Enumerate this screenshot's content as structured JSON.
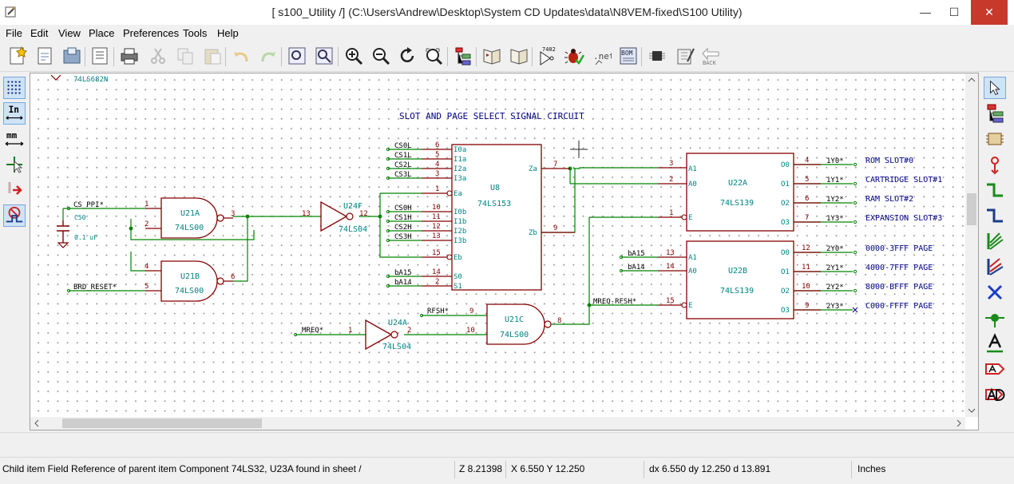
{
  "window": {
    "title": "[ s100_Utility /] (C:\\Users\\Andrew\\Desktop\\System CD Updates\\data\\N8VEM-fixed\\S100 Utility)",
    "minimize": "—",
    "maximize": "☐",
    "close": "✕"
  },
  "menu": [
    {
      "label": "File"
    },
    {
      "label": "Edit"
    },
    {
      "label": "View"
    },
    {
      "label": "Place"
    },
    {
      "label": "Preferences"
    },
    {
      "label": "Tools"
    },
    {
      "label": "Help"
    }
  ],
  "toolbar": {
    "back_label": "BACK",
    "bom_label": "BOM",
    "net_label": ".net",
    "part_label": "7402"
  },
  "left_toolbar": {
    "units_in": "In",
    "units_mm": "mm"
  },
  "schematic": {
    "title": "SLOT AND PAGE SELECT SIGNAL CIRCUIT",
    "header_fragment": "74LS682N",
    "capacitor": {
      "ref": "C50",
      "value": "0.1 uF"
    },
    "u21a": {
      "ref": "U21A",
      "value": "74LS00",
      "pin_in1": "1",
      "pin_in2": "2",
      "pin_out": "3"
    },
    "u21b": {
      "ref": "U21B",
      "value": "74LS00",
      "pin_in1": "4",
      "pin_in2": "5",
      "pin_out": "6"
    },
    "u21c": {
      "ref": "U21C",
      "value": "74LS00",
      "pin_in1": "9",
      "pin_in2": "10",
      "pin_out": "8"
    },
    "u24f": {
      "ref": "U24F",
      "value": "74LS04",
      "pin_in": "13",
      "pin_out": "12"
    },
    "u24a": {
      "ref": "U24A",
      "value": "74LS04",
      "pin_in": "1",
      "pin_out": "2"
    },
    "u8": {
      "ref": "U8",
      "value": "74LS153",
      "pins_left": [
        {
          "name": "I0a",
          "num": "6",
          "net": "CS0L"
        },
        {
          "name": "I1a",
          "num": "5",
          "net": "CS1L"
        },
        {
          "name": "I2a",
          "num": "4",
          "net": "CS2L"
        },
        {
          "name": "I3a",
          "num": "3",
          "net": "CS3L"
        },
        {
          "name": "Ea",
          "num": "1",
          "net": ""
        },
        {
          "name": "I0b",
          "num": "10",
          "net": "CS0H"
        },
        {
          "name": "I1b",
          "num": "11",
          "net": "CS1H"
        },
        {
          "name": "I2b",
          "num": "12",
          "net": "CS2H"
        },
        {
          "name": "I3b",
          "num": "13",
          "net": "CS3H"
        },
        {
          "name": "Eb",
          "num": "15",
          "net": ""
        },
        {
          "name": "S0",
          "num": "14",
          "net": "bA15"
        },
        {
          "name": "S1",
          "num": "2",
          "net": "bA14"
        }
      ],
      "pin_za": {
        "name": "Za",
        "num": "7"
      },
      "pin_zb": {
        "name": "Zb",
        "num": "9"
      }
    },
    "u22a": {
      "ref": "U22A",
      "value": "74LS139",
      "inputs": [
        {
          "name": "A1",
          "num": "3"
        },
        {
          "name": "A0",
          "num": "2"
        },
        {
          "name": "E",
          "num": "1"
        }
      ],
      "outputs": [
        {
          "name": "O0",
          "num": "4",
          "net": "1Y0*",
          "label": "ROM SLOT#0"
        },
        {
          "name": "O1",
          "num": "5",
          "net": "1Y1*",
          "label": "CARTRIDGE SLOT#1"
        },
        {
          "name": "O2",
          "num": "6",
          "net": "1Y2*",
          "label": "RAM SLOT#2"
        },
        {
          "name": "O3",
          "num": "7",
          "net": "1Y3*",
          "label": "EXPANSION SLOT#3"
        }
      ]
    },
    "u22b": {
      "ref": "U22B",
      "value": "74LS139",
      "inputs": [
        {
          "name": "A1",
          "num": "13",
          "net": "bA15"
        },
        {
          "name": "A0",
          "num": "14",
          "net": "bA14"
        },
        {
          "name": "E",
          "num": "15",
          "net": "MREQ-RFSH*"
        }
      ],
      "outputs": [
        {
          "name": "O0",
          "num": "12",
          "net": "2Y0*",
          "label": "0000-3FFF PAGE"
        },
        {
          "name": "O1",
          "num": "11",
          "net": "2Y1*",
          "label": "4000-7FFF PAGE"
        },
        {
          "name": "O2",
          "num": "10",
          "net": "2Y2*",
          "label": "8000-BFFF PAGE"
        },
        {
          "name": "O3",
          "num": "9",
          "net": "2Y3*",
          "label": "C000-FFFF PAGE"
        }
      ]
    },
    "nets": {
      "cs_ppi": "CS_PPI*",
      "brd_reset": "BRD_RESET*",
      "mreq": "MREQ*",
      "rfsh": "RFSH*"
    }
  },
  "status": {
    "message": "Child item Field Reference of parent item Component 74LS32, U23A found in sheet /",
    "zoom": "Z 8.21398",
    "cursor": "X 6.550  Y 12.250",
    "delta": "dx 6.550  dy 12.250  d 13.891",
    "units": "Inches"
  },
  "colors": {
    "wire": "#008400",
    "component": "#840000",
    "label": "#000084",
    "field": "#008484"
  }
}
